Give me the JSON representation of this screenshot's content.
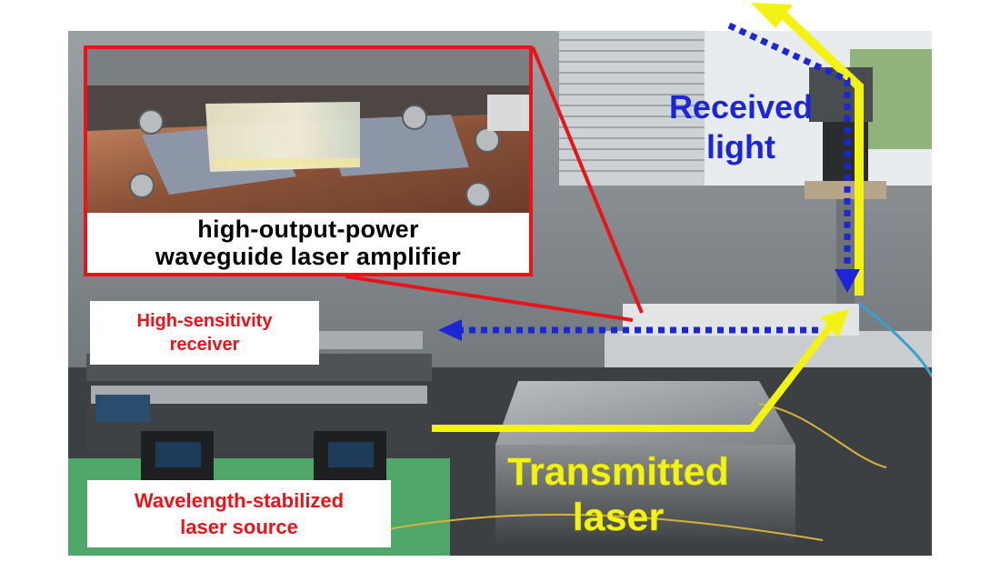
{
  "labels": {
    "amplifier": [
      "high-output-power",
      "waveguide laser amplifier"
    ],
    "receiver": [
      "High-sensitivity",
      "receiver"
    ],
    "source": [
      "Wavelength-stabilized",
      "laser source"
    ],
    "received_light": [
      "Received",
      "light"
    ],
    "transmitted_laser": [
      "Transmitted",
      "laser"
    ]
  },
  "colors": {
    "callout_red": "#e8141a",
    "received_blue": "#1a26d8",
    "transmitted_yellow": "#f2f215"
  },
  "icons": {
    "received_path": "dotted-arrow",
    "transmitted_path": "solid-arrow"
  }
}
